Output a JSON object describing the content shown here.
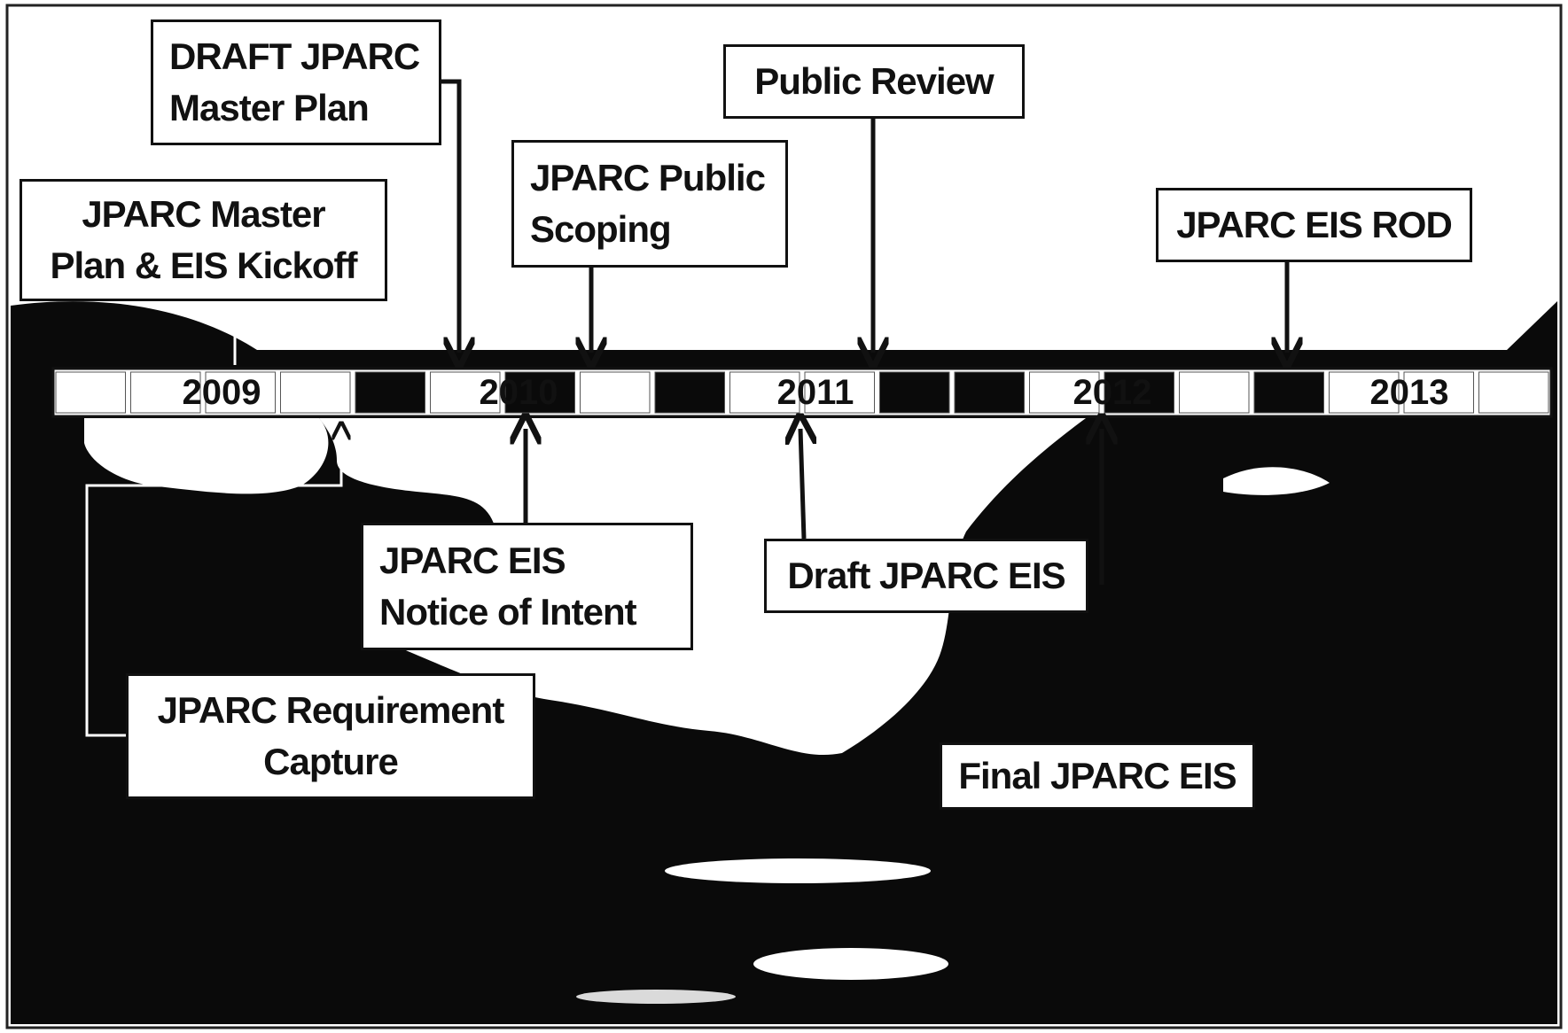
{
  "colors": {
    "ink": "#111111",
    "paper": "#ffffff",
    "dark": "#0a0a0a"
  },
  "years": [
    "2009",
    "2010",
    "2011",
    "2012",
    "2013"
  ],
  "events_above": [
    {
      "id": "kickoff",
      "label": "JPARC Master\nPlan & EIS Kickoff"
    },
    {
      "id": "draft-master-plan",
      "label": "DRAFT JPARC\nMaster Plan"
    },
    {
      "id": "public-scoping",
      "label": "JPARC Public\nScoping"
    },
    {
      "id": "public-review",
      "label": "Public Review"
    },
    {
      "id": "eis-rod",
      "label": "JPARC EIS ROD"
    }
  ],
  "events_below": [
    {
      "id": "notice-of-intent",
      "label": "JPARC EIS\nNotice of Intent"
    },
    {
      "id": "draft-eis",
      "label": "Draft JPARC EIS"
    },
    {
      "id": "requirement-capture",
      "label": "JPARC Requirement\nCapture"
    },
    {
      "id": "final-eis",
      "label": "Final JPARC EIS"
    }
  ]
}
